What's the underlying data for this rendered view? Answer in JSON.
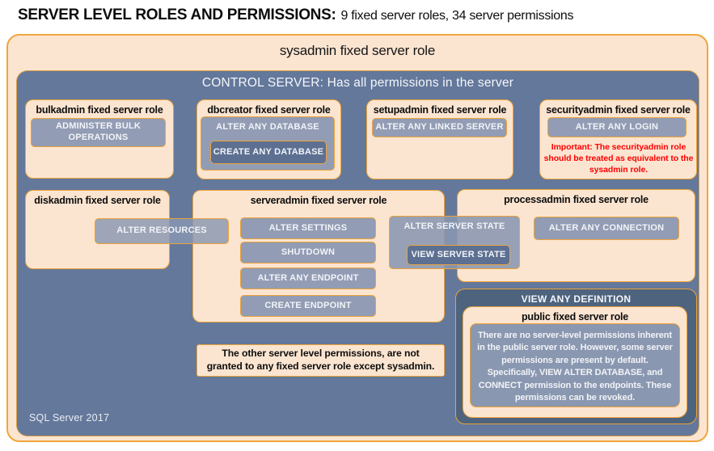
{
  "header": {
    "title": "SERVER LEVEL ROLES AND PERMISSIONS:",
    "subtitle": "9 fixed server roles, 34 server permissions"
  },
  "sysadmin": {
    "label": "sysadmin fixed server role"
  },
  "control": {
    "label": "CONTROL SERVER: Has all permissions in the server"
  },
  "bulkadmin": {
    "label": "bulkadmin fixed server role",
    "perm1": "ADMINISTER BULK OPERATIONS"
  },
  "dbcreator": {
    "label": "dbcreator fixed server role",
    "perm1": "ALTER ANY DATABASE",
    "perm2": "CREATE ANY DATABASE"
  },
  "setupadmin": {
    "label": "setupadmin fixed server role",
    "perm1": "ALTER ANY LINKED SERVER"
  },
  "securityadmin": {
    "label": "securityadmin fixed server role",
    "perm1": "ALTER ANY LOGIN",
    "warning": "Important: The securityadmin role should be treated as equivalent to the sysadmin role."
  },
  "diskadmin": {
    "label": "diskadmin fixed server role",
    "perm1": "ALTER RESOURCES"
  },
  "serveradmin": {
    "label": "serveradmin fixed server role",
    "perm1": "ALTER SETTINGS",
    "perm2": "SHUTDOWN",
    "perm3": "ALTER ANY ENDPOINT",
    "perm4": "CREATE ENDPOINT",
    "perm5": "ALTER SERVER STATE",
    "perm6": "VIEW SERVER STATE"
  },
  "processadmin": {
    "label": "processadmin fixed server role",
    "perm1": "ALTER ANY CONNECTION"
  },
  "view_any_definition": {
    "label": "VIEW ANY DEFINITION",
    "public_role": {
      "label": "public fixed server role",
      "note": "There are no server-level permissions inherent in the public server role. However, some server permissions are present by default. Specifically, VIEW ALTER DATABASE, and CONNECT permission to the endpoints. These permissions can be revoked."
    }
  },
  "other_note": "The other server level permissions, are not granted to any fixed server role except sysadmin.",
  "footer": "SQL Server 2017",
  "colors": {
    "peach": "#FBE5D1",
    "orange_border": "#ECA338",
    "control_blue": "#64789B",
    "button_blue": "#8996B1",
    "dark_button": "#5D7092",
    "dark_panel": "#4D637E",
    "public_note_bg": "#8A97B0",
    "warning_red": "#FF0000"
  }
}
